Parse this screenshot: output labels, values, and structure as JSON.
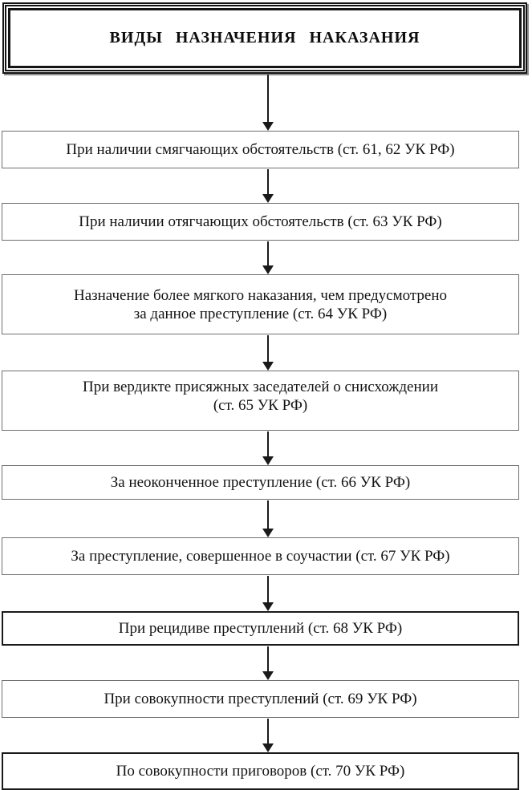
{
  "diagram": {
    "title": "ВИДЫ НАЗНАЧЕНИЯ НАКАЗАНИЯ",
    "boxes": [
      {
        "label": "При наличии смягчающих обстоятельств (ст. 61, 62 УК РФ)",
        "article": "ст. 61, 62 УК РФ",
        "emphasis": false
      },
      {
        "label": "При наличии отягчающих обстоятельств (ст. 63 УК РФ)",
        "article": "ст. 63 УК РФ",
        "emphasis": false
      },
      {
        "label": "Назначение более мягкого наказания, чем предусмотрено\nза данное преступление (ст. 64 УК РФ)",
        "article": "ст. 64 УК РФ",
        "emphasis": false
      },
      {
        "label": "При вердикте присяжных заседателей о снисхождении\n(ст. 65 УК РФ)",
        "article": "ст. 65 УК РФ",
        "emphasis": false
      },
      {
        "label": "За неоконченное преступление (ст. 66 УК РФ)",
        "article": "ст. 66 УК РФ",
        "emphasis": false
      },
      {
        "label": "За преступление, совершенное в соучастии (ст. 67 УК РФ)",
        "article": "ст. 67 УК РФ",
        "emphasis": false
      },
      {
        "label": "При рецидиве преступлений (ст. 68 УК РФ)",
        "article": "ст. 68 УК РФ",
        "emphasis": true
      },
      {
        "label": "При совокупности преступлений (ст. 69 УК РФ)",
        "article": "ст. 69 УК РФ",
        "emphasis": false
      },
      {
        "label": "По совокупности приговоров (ст. 70 УК РФ)",
        "article": "ст. 70 УК РФ",
        "emphasis": true
      }
    ],
    "connector_style": "arrow-down",
    "colors": {
      "background": "#ffffff",
      "box_border": "#6f6f6f",
      "emphasis_border": "#1a1a1a",
      "frame_border": "#141414",
      "text": "#131313",
      "arrow": "#1a1a1a"
    }
  }
}
